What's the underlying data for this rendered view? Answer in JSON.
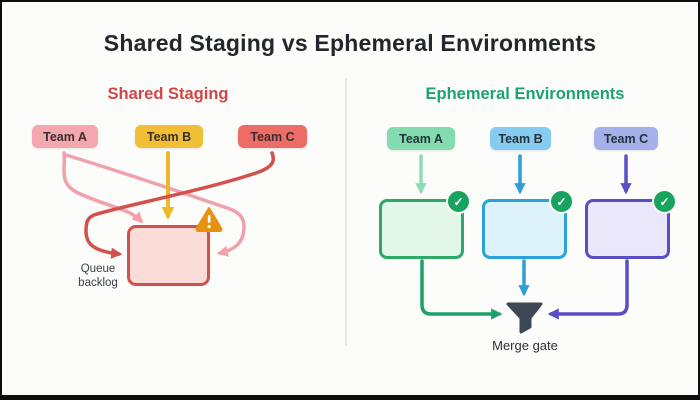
{
  "title": {
    "text": "Shared Staging vs Ephemeral Environments",
    "color": "#23262c"
  },
  "canvas": {
    "background": "#fcfcfb",
    "frame_color": "#0d0d0d",
    "divider_color": "#e6e6e4"
  },
  "left_panel": {
    "heading": "Shared Staging",
    "heading_color": "#ce4747",
    "teams": [
      {
        "label": "Team A",
        "chip_color": "#f3a7ae",
        "arrow_color": "#f0a1ab"
      },
      {
        "label": "Team B",
        "chip_color": "#f0bf35",
        "arrow_color": "#edb92b"
      },
      {
        "label": "Team C",
        "chip_color": "#ec6c66",
        "arrow_color": "#d4504c"
      }
    ],
    "staging_box": {
      "fill": "#fadcd9",
      "border": "#d4504c"
    },
    "warning_icon": {
      "glyph": "!",
      "color": "#e79110"
    },
    "queue_label": "Queue backlog"
  },
  "right_panel": {
    "heading": "Ephemeral Environments",
    "heading_color": "#1ea26f",
    "teams": [
      {
        "label": "Team A",
        "chip_color": "#83dcb0",
        "arrow_color": "#8cdcb6",
        "box_fill": "#e2f7e7",
        "box_border": "#2ea866",
        "connector_color": "#1fa06a"
      },
      {
        "label": "Team B",
        "chip_color": "#86ccf0",
        "arrow_color": "#2e9fd6",
        "box_fill": "#def2fc",
        "box_border": "#2ca2da",
        "connector_color": "#2e9fd6"
      },
      {
        "label": "Team C",
        "chip_color": "#a5afe9",
        "arrow_color": "#5a50c8",
        "box_fill": "#eae7fa",
        "box_border": "#5a4ec6",
        "connector_color": "#5a4ec6"
      }
    ],
    "check_icon": {
      "glyph": "✓",
      "color": "#18a45f"
    },
    "merge_label": "Merge gate",
    "funnel_color": "#3e4756"
  }
}
